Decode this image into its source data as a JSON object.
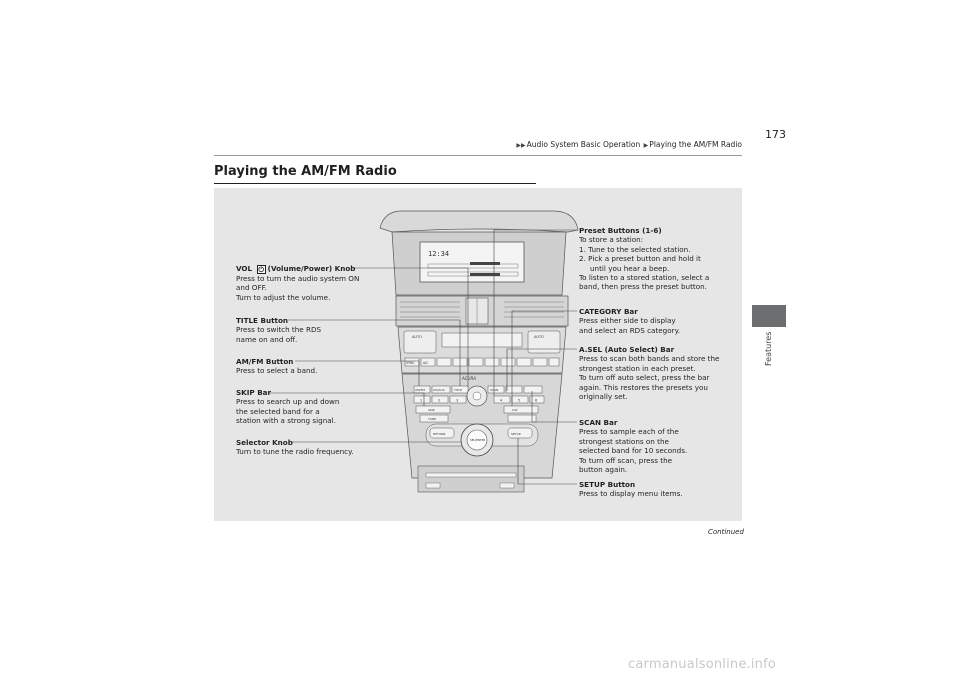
{
  "header": {
    "breadcrumb": [
      "Audio System Basic Operation",
      "Playing the AM/FM Radio"
    ],
    "page_number": "173",
    "side_tab_label": "Features"
  },
  "title": "Playing the AM/FM Radio",
  "callouts": {
    "vol": {
      "title_pre": "VOL",
      "icon": "power-icon",
      "title_post": "(Volume/Power) Knob",
      "lines": [
        "Press to turn the audio system ON",
        "and OFF.",
        "Turn to adjust the volume."
      ]
    },
    "title_button": {
      "title": "TITLE Button",
      "lines": [
        "Press to switch the RDS",
        "name on and off."
      ]
    },
    "amfm": {
      "title": "AM/FM Button",
      "lines": [
        "Press to select a band."
      ]
    },
    "skip": {
      "title": "SKIP Bar",
      "lines": [
        "Press to search up and down",
        "the selected band for a",
        "station with a strong signal."
      ]
    },
    "selector": {
      "title": "Selector Knob",
      "lines": [
        "Turn to tune the radio frequency."
      ]
    },
    "preset": {
      "title": "Preset Buttons (1-6)",
      "lines": [
        "To store a station:",
        "1.  Tune to the selected station.",
        "2.  Pick a preset button and hold it",
        "until you hear a beep.",
        "To listen to a stored station, select a",
        "band, then press the preset button."
      ]
    },
    "category": {
      "title": "CATEGORY Bar",
      "lines": [
        "Press either side to display",
        "and select an RDS category."
      ]
    },
    "asel": {
      "title": "A.SEL (Auto Select) Bar",
      "lines": [
        "Press to scan both bands and store the",
        "strongest station in each preset.",
        "To turn off auto select, press the bar",
        "again. This restores the presets you",
        "originally set."
      ]
    },
    "scan": {
      "title": "SCAN Bar",
      "lines": [
        "Press to sample each of the",
        "strongest stations on the",
        "selected band for 10 seconds.",
        "To turn off scan, press the",
        "button again."
      ]
    },
    "setup": {
      "title": "SETUP Button",
      "lines": [
        "Press to display menu items."
      ]
    }
  },
  "console": {
    "labels": [
      "AUTO",
      "A/C",
      "SYNC",
      "AM/FM",
      "CD/AUX",
      "TITLE",
      "SCAN",
      "CAT",
      "SKIP",
      "TUNE",
      "RETURN",
      "SETUP",
      "SEL/ENTER",
      "AUTO",
      "ACURA"
    ],
    "presets": [
      "1",
      "2",
      "3",
      "4",
      "5",
      "6"
    ]
  },
  "footer": {
    "continued": "Continued",
    "watermark": "carmanualsonline.info"
  }
}
